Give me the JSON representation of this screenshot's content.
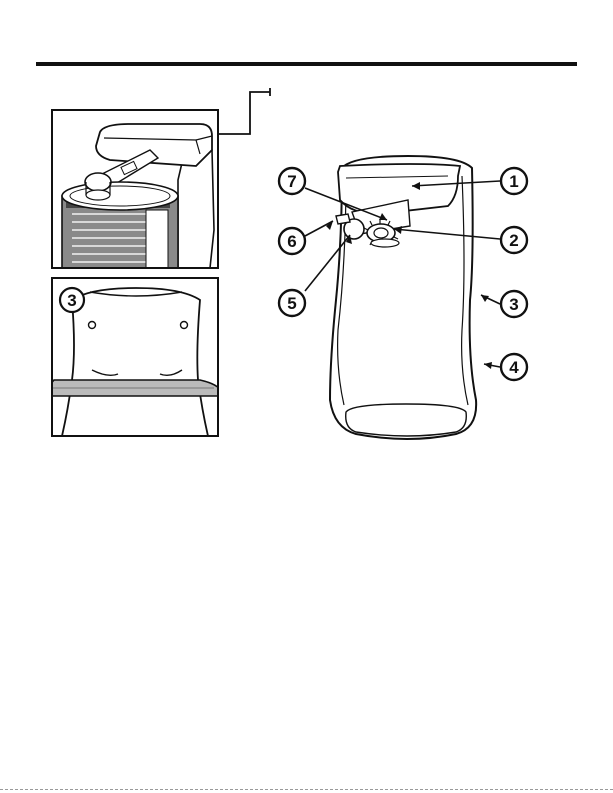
{
  "callouts": [
    {
      "label": "1"
    },
    {
      "label": "2"
    },
    {
      "label": "3"
    },
    {
      "label": "4"
    },
    {
      "label": "5"
    },
    {
      "label": "6"
    },
    {
      "label": "7"
    }
  ],
  "inset_callout": {
    "label": "3"
  },
  "colors": {
    "line": "#1a1a1a",
    "fill": "#ffffff",
    "shade": "#cfcfcf",
    "dark": "#555555"
  }
}
